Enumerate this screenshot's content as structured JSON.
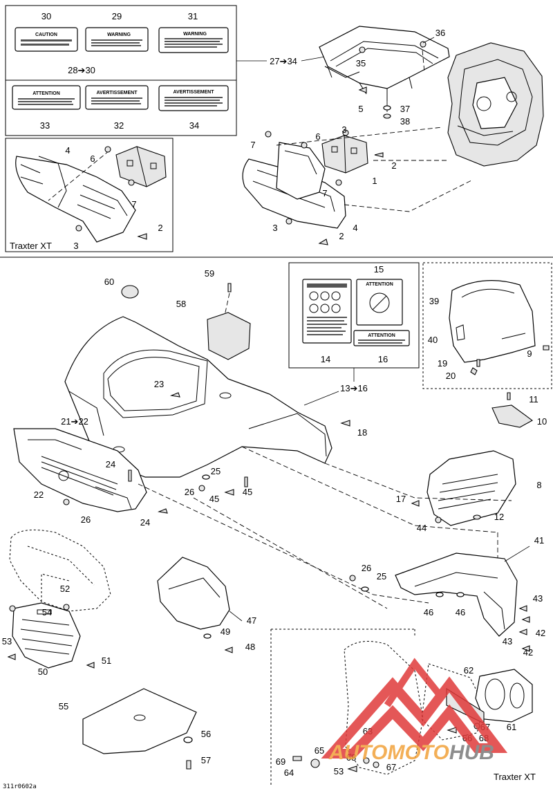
{
  "callouts": {
    "c30": "30",
    "c29": "29",
    "c31": "31",
    "c28_30": "28➔30",
    "c27_34": "27➔34",
    "c33": "33",
    "c32": "32",
    "c34": "34",
    "c35": "35",
    "c36": "36",
    "c37": "37",
    "c38": "38",
    "c5": "5",
    "c3a": "3",
    "c6a": "6",
    "c7a": "7",
    "c2a": "2",
    "c1": "1",
    "c7b": "7",
    "c3b": "3",
    "c4a": "4",
    "c2b": "2",
    "c4b": "4",
    "c6b": "6",
    "c7c": "7",
    "c2c": "2",
    "c3c": "3",
    "c60": "60",
    "c59": "59",
    "c58": "58",
    "c15": "15",
    "c14": "14",
    "c16": "16",
    "c13_16": "13➔16",
    "c39": "39",
    "c40": "40",
    "c9": "9",
    "c19": "19",
    "c20": "20",
    "c23": "23",
    "c21_22": "21➔22",
    "c18": "18",
    "c11": "11",
    "c10": "10",
    "c24a": "24",
    "c25a": "25",
    "c26a": "26",
    "c45a": "45",
    "c45b": "45",
    "c22": "22",
    "c26b": "26",
    "c24b": "24",
    "c17": "17",
    "c8": "8",
    "c12": "12",
    "c44": "44",
    "c41": "41",
    "c26c": "26",
    "c25b": "25",
    "c46a": "46",
    "c46b": "46",
    "c43a": "43",
    "c42a": "42",
    "c43b": "43",
    "c42b": "42",
    "c52": "52",
    "c54": "54",
    "c53a": "53",
    "c50": "50",
    "c51": "51",
    "c47": "47",
    "c49": "49",
    "c48": "48",
    "c55": "55",
    "c56": "56",
    "c57": "57",
    "c62": "62",
    "c63": "63",
    "c67a": "67",
    "c61": "61",
    "c66": "66",
    "c68a": "68",
    "c69": "69",
    "c65": "65",
    "c64": "64",
    "c68b": "68",
    "c53b": "53",
    "c67b": "67"
  },
  "captions": {
    "traxter_top": "Traxter XT",
    "traxter_bottom": "Traxter XT",
    "figure_code": "311r0602a"
  },
  "decals": {
    "d30": "CAUTION",
    "d29": "WARNING",
    "d31": "WARNING",
    "d33": "ATTENTION",
    "d32": "AVERTISSEMENT",
    "d34": "AVERTISSEMENT",
    "d15": "ATTENTION",
    "d16": "ATTENTION"
  },
  "watermark": {
    "text": "AUTOMOTOHUB",
    "part1": "AUTO",
    "part2": "MOTO",
    "part3": "HUB",
    "colors": {
      "red": "#e03a3a",
      "orange": "#f2a23a",
      "gray": "#7a7a7a"
    }
  }
}
